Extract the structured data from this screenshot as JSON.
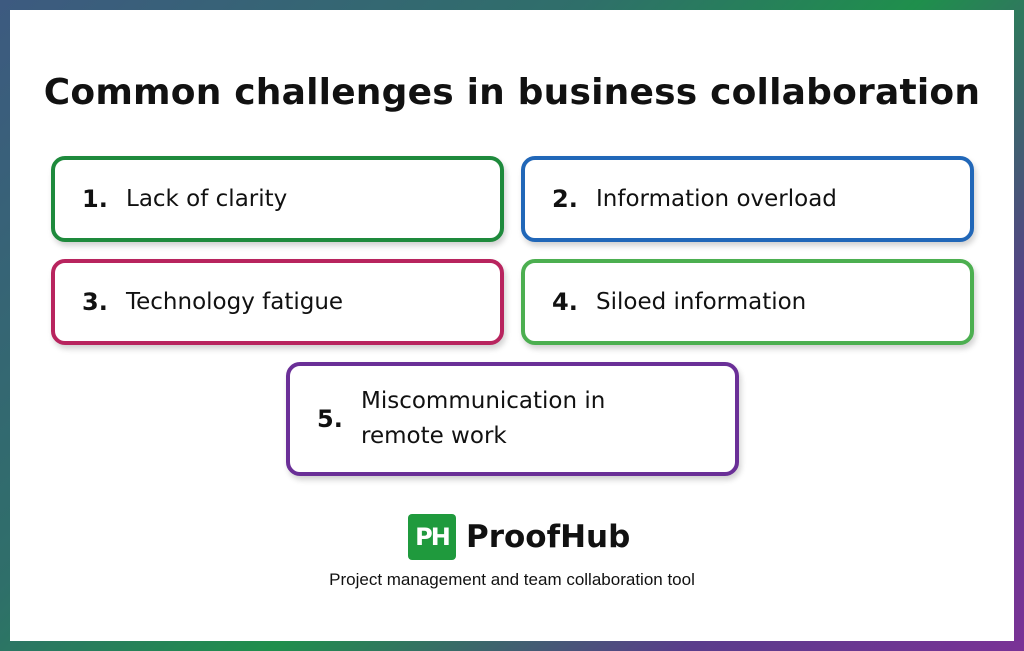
{
  "title": "Common challenges in business collaboration",
  "challenges": [
    {
      "number": "1.",
      "label": "Lack of clarity",
      "color": "#1e8a3c"
    },
    {
      "number": "2.",
      "label": "Information overload",
      "color": "#2167b8"
    },
    {
      "number": "3.",
      "label": "Technology fatigue",
      "color": "#b8245e"
    },
    {
      "number": "4.",
      "label": "Siloed information",
      "color": "#4caf50"
    },
    {
      "number": "5.",
      "label": "Miscommunication in remote work",
      "color": "#6a2f97"
    }
  ],
  "brand": {
    "logo_mark": "PH",
    "name": "ProofHub",
    "tagline": "Project management and team collaboration tool",
    "color": "#1f9a3d"
  }
}
